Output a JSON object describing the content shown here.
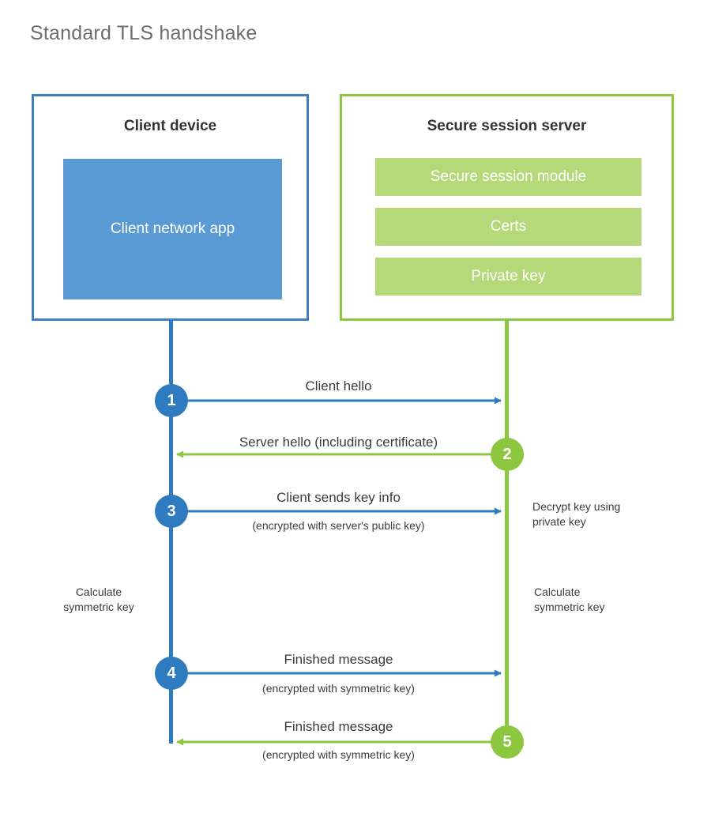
{
  "title": "Standard TLS handshake",
  "colors": {
    "client_border": "#3f7fbf",
    "client_line": "#2e7cbf",
    "client_app_fill": "#5b9bd5",
    "server_border": "#8dc63f",
    "server_line": "#8dc63f",
    "server_module_fill": "#b5d878",
    "title_text": "#6d6d6d",
    "body_text": "#3b3b3b"
  },
  "client": {
    "title": "Client device",
    "app_label": "Client network app"
  },
  "server": {
    "title": "Secure session server",
    "modules": [
      {
        "label": "Secure session module"
      },
      {
        "label": "Certs"
      },
      {
        "label": "Private key"
      }
    ]
  },
  "steps": [
    {
      "number": "1",
      "color": "blue",
      "direction": "client-to-server",
      "label": "Client hello",
      "sublabel": ""
    },
    {
      "number": "2",
      "color": "green",
      "direction": "server-to-client",
      "label": "Server hello (including certificate)",
      "sublabel": ""
    },
    {
      "number": "3",
      "color": "blue",
      "direction": "client-to-server",
      "label": "Client sends key info",
      "sublabel": "(encrypted with server's public key)"
    },
    {
      "number": "4",
      "color": "blue",
      "direction": "client-to-server",
      "label": "Finished message",
      "sublabel": "(encrypted with symmetric key)"
    },
    {
      "number": "5",
      "color": "green",
      "direction": "server-to-client",
      "label": "Finished message",
      "sublabel": "(encrypted with symmetric key)"
    }
  ],
  "annotations": {
    "server_decrypt": "Decrypt key using\nprivate key",
    "server_decrypt_line1": "Decrypt key using",
    "server_decrypt_line2": "private key",
    "client_calc_line1": "Calculate",
    "client_calc_line2": "symmetric key",
    "server_calc_line1": "Calculate",
    "server_calc_line2": "symmetric key"
  }
}
